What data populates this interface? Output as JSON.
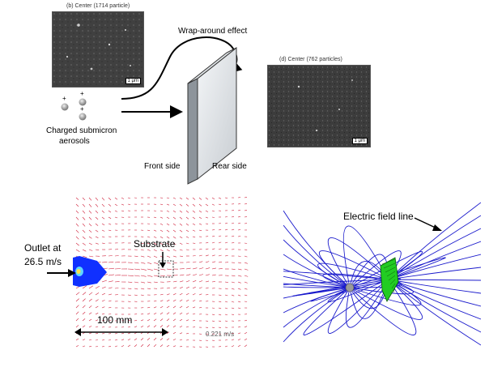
{
  "top_panel": {
    "sem_b_caption": "(b) Center (1714 particle)",
    "sem_d_caption": "(d) Center (762 particles)",
    "scale_bar": "1 μm",
    "wrap_label": "Wrap-around effect",
    "aerosol_label_line1": "Charged submicron",
    "aerosol_label_line2": "aerosols",
    "charge_sign": "+",
    "front_label": "Front side",
    "rear_label": "Rear side"
  },
  "bottom_left": {
    "outlet_line1": "Outlet at",
    "outlet_line2": "26.5 m/s",
    "substrate_label": "Substrate",
    "distance_label": "100 mm",
    "velocity_scale": "0.221 m/s",
    "colors": {
      "vector_red": "#d0203a",
      "vector_blue": "#2020c0",
      "jet": "#1030ff"
    }
  },
  "bottom_right": {
    "field_line_label": "Electric field line",
    "colors": {
      "field_line": "#1a1acc",
      "substrate": "#22cc22",
      "particle": "#9a9a9a"
    }
  }
}
